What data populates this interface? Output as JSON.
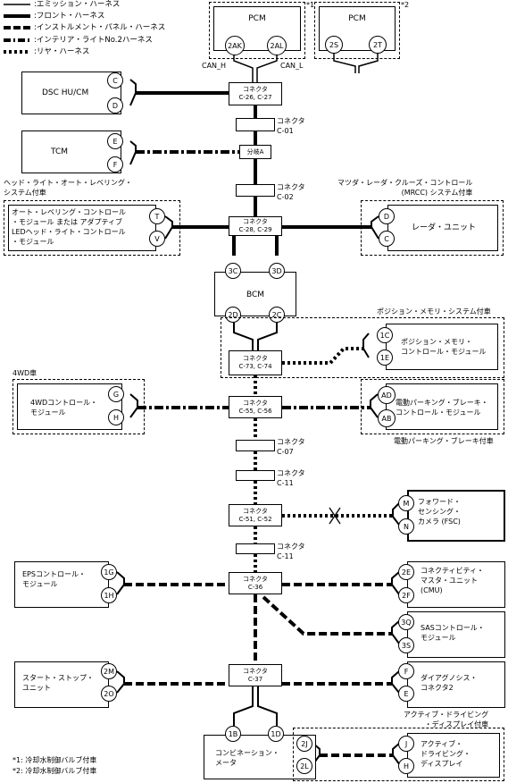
{
  "legend": [
    {
      "label": ":エミッション・ハーネス",
      "style": "thin"
    },
    {
      "label": ":フロント・ハーネス",
      "style": "solid"
    },
    {
      "label": ":インストルメント・パネル・ハーネス",
      "style": "dash"
    },
    {
      "label": ":インテリア・ライトNo.2ハーネス",
      "style": "dashdot"
    },
    {
      "label": ":リヤ・ハーネス",
      "style": "dot"
    }
  ],
  "note_marks": {
    "pcm1": "*1",
    "pcm2": "*2"
  },
  "modules": {
    "pcm1": {
      "name": "PCM",
      "pins": [
        "2AK",
        "2AL"
      ],
      "can_h": "CAN_H",
      "can_l": "CAN_L"
    },
    "pcm2": {
      "name": "PCM",
      "pins": [
        "2S",
        "2T"
      ]
    },
    "dsc": {
      "name": "DSC HU/CM",
      "pins": [
        "C",
        "D"
      ]
    },
    "tcm": {
      "name": "TCM",
      "pins": [
        "E",
        "F"
      ]
    },
    "headlamp": {
      "group": "ヘッド・ライト・オート・レベリング・\nシステム付車",
      "name": "オート・レベリング・コントロール\n・モジュール または アダプティブ\nLEDヘッド・ライト・コントロール\n・モジュール",
      "pins": [
        "T",
        "V"
      ]
    },
    "radar": {
      "group": "マツダ・レーダ・クルーズ・コントロール\n(MRCC) システム付車",
      "name": "レーダ・ユニット",
      "pins": [
        "D",
        "C"
      ]
    },
    "bcm": {
      "name": "BCM",
      "pins": [
        "3C",
        "3D",
        "2D",
        "2C"
      ]
    },
    "position": {
      "group": "ポジション・メモリ・システム付車",
      "name": "ポジション・メモリ・\nコントロール・モジュール",
      "pins": [
        "1C",
        "1E"
      ]
    },
    "awd": {
      "group": "4WD車",
      "name": "4WDコントロール・\nモジュール",
      "pins": [
        "G",
        "H"
      ]
    },
    "epb": {
      "group": "電動パーキング・ブレーキ付車",
      "name": "電動パーキング・ブレーキ・\nコントロール・モジュール",
      "pins": [
        "AD",
        "AB"
      ]
    },
    "fsc": {
      "name": "フォワード・\nセンシング・\nカメラ (FSC)",
      "pins": [
        "M",
        "N"
      ]
    },
    "eps": {
      "name": "EPSコントロール・\nモジュール",
      "pins": [
        "1G",
        "1H"
      ]
    },
    "cmu": {
      "name": "コネクティビティ・\nマスタ・ユニット\n(CMU)",
      "pins": [
        "2E",
        "2F"
      ]
    },
    "sas": {
      "name": "SASコントロール・\nモジュール",
      "pins": [
        "3Q",
        "3S"
      ]
    },
    "startstop": {
      "name": "スタート・ストップ・\nユニット",
      "pins": [
        "2M",
        "2O"
      ]
    },
    "diag": {
      "name": "ダイアグノシス・\nコネクタ2",
      "pins": [
        "F",
        "E"
      ]
    },
    "meter": {
      "name": "コンビネーション・\nメータ",
      "pins": [
        "1B",
        "1D",
        "2J",
        "2L"
      ]
    },
    "adisplay": {
      "group": "アクティブ・ドライビング\n・ディスプレイ付車",
      "name": "アクティブ・\nドライビング・\nディスプレイ",
      "pins": [
        "J",
        "H"
      ]
    }
  },
  "connectors": [
    {
      "id": "c26",
      "label": "コネクタ\nC-26, C-27"
    },
    {
      "id": "c01",
      "label": "コネクタ\nC-01"
    },
    {
      "id": "branch",
      "label": "分岐A"
    },
    {
      "id": "c02",
      "label": "コネクタ\nC-02"
    },
    {
      "id": "c28",
      "label": "コネクタ\nC-28, C-29"
    },
    {
      "id": "c73",
      "label": "コネクタ\nC-73, C-74"
    },
    {
      "id": "c55",
      "label": "コネクタ\nC-55, C-56"
    },
    {
      "id": "c07",
      "label": "コネクタ\nC-07"
    },
    {
      "id": "c11a",
      "label": "コネクタ\nC-11"
    },
    {
      "id": "c51",
      "label": "コネクタ\nC-51, C-52"
    },
    {
      "id": "c11b",
      "label": "コネクタ\nC-11"
    },
    {
      "id": "c36",
      "label": "コネクタ\nC-36"
    },
    {
      "id": "c37",
      "label": "コネクタ\nC-37"
    }
  ],
  "footnotes": [
    "*1: 冷却水制御バルブ付車",
    "*2: 冷却水制御バルブ付車"
  ]
}
